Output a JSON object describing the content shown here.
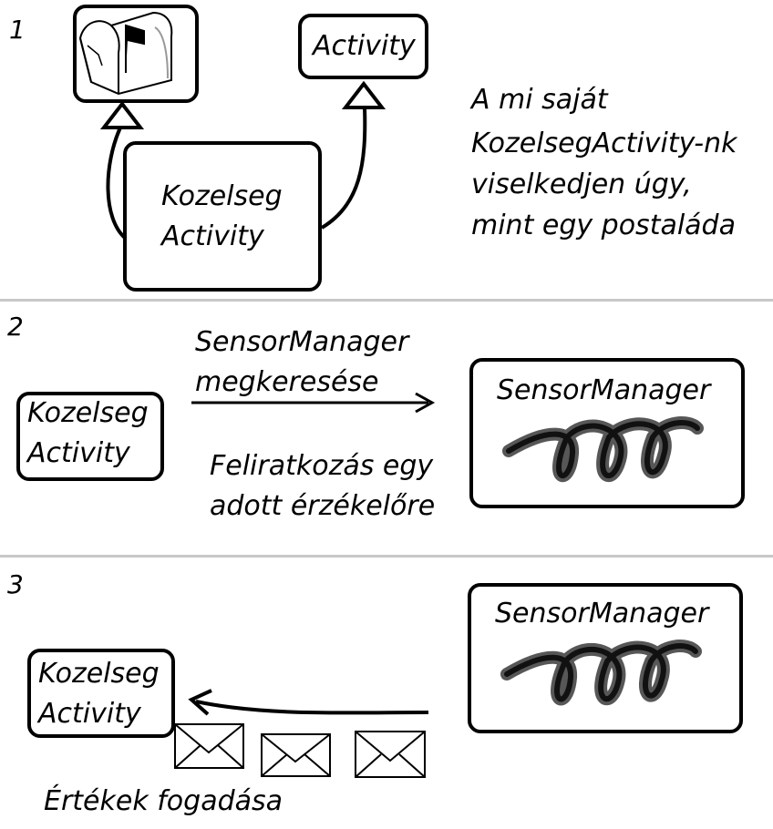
{
  "colors": {
    "ink": "#000000",
    "divider": "#c8c8c8",
    "coil": "#3a3a3a"
  },
  "step1": {
    "number": "1",
    "mailbox_icon": "mailbox-icon",
    "activity_label": "Activity",
    "kozelseg_line1": "Kozelseg",
    "kozelseg_line2": "Activity",
    "description": [
      "A mi saját",
      "KozelsegActivity-nk",
      "viselkedjen úgy,",
      "mint egy postaláda"
    ]
  },
  "step2": {
    "number": "2",
    "kozelseg_line1": "Kozelseg",
    "kozelseg_line2": "Activity",
    "arrow_label_line1": "SensorManager",
    "arrow_label_line2": "megkeresése",
    "subscribe_line1": "Feliratkozás egy",
    "subscribe_line2": "adott érzékelőre",
    "sensor_manager_label": "SensorManager",
    "coil_icon": "sensor-coil-icon"
  },
  "step3": {
    "number": "3",
    "kozelseg_line1": "Kozelseg",
    "kozelseg_line2": "Activity",
    "sensor_manager_label": "SensorManager",
    "coil_icon": "sensor-coil-icon",
    "envelope_icon": "envelope-icon",
    "receive_label": "Értékek fogadása"
  }
}
